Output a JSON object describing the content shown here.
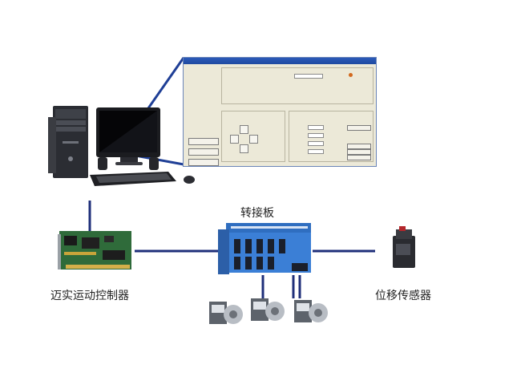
{
  "labels": {
    "adapter_board": "转接板",
    "controller": "迈实运动控制器",
    "sensor": "位移传感器"
  },
  "colors": {
    "connector_line": "#1f2f7a",
    "zoom_line": "#1f3f96",
    "board_blue": "#3b7fd6",
    "window_bg": "#ece9d8",
    "title_bar": "#2b5ab8",
    "status_led": "#d2691e"
  },
  "icons": {
    "computer": "desktop-computer-icon",
    "card": "motion-control-card-icon",
    "board": "adapter-board-icon",
    "motors": "servo-motor-icon",
    "sensor": "displacement-sensor-icon"
  }
}
